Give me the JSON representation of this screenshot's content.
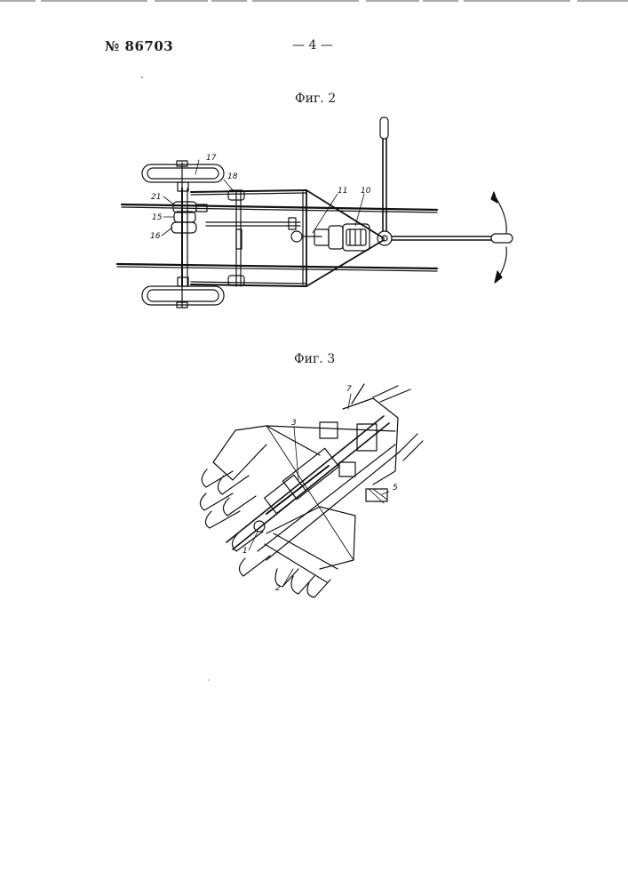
{
  "header": {
    "patent_number": "№ 86703",
    "page_number": "— 4 —"
  },
  "figure2": {
    "caption": "Фиг. 2",
    "labels": {
      "l10": "10",
      "l11": "11",
      "l15": "15",
      "l16": "16",
      "l17": "17",
      "l18": "18",
      "l21": "21"
    }
  },
  "figure3": {
    "caption": "Фиг. 3",
    "labels": {
      "l1": "1",
      "l2": "2",
      "l3": "3",
      "l5": "5",
      "l7": "7"
    }
  }
}
